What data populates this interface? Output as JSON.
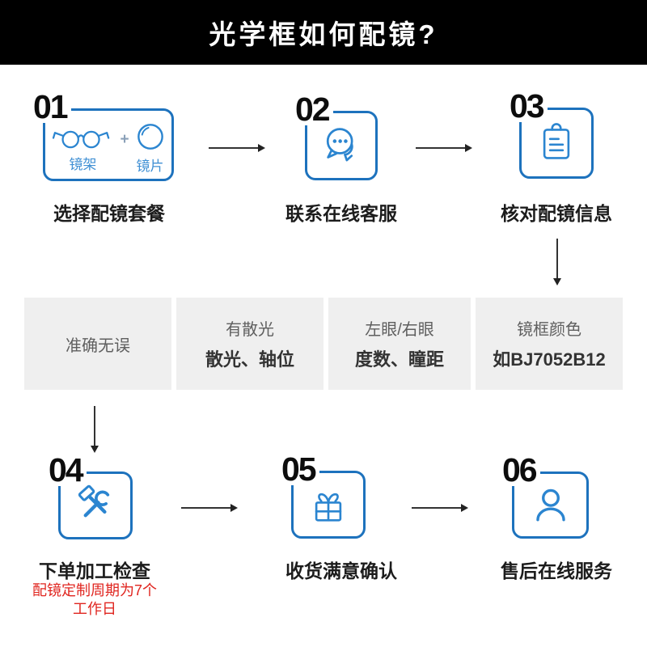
{
  "header": {
    "title": "光学框如何配镜?"
  },
  "steps": [
    {
      "num": "01",
      "caption": "选择配镜套餐",
      "frame_label": "镜架",
      "plus": "+",
      "lens_label": "镜片"
    },
    {
      "num": "02",
      "caption": "联系在线客服"
    },
    {
      "num": "03",
      "caption": "核对配镜信息"
    },
    {
      "num": "04",
      "caption": "下单加工检查",
      "note": "配镜定制周期为7个\n工作日"
    },
    {
      "num": "05",
      "caption": "收货满意确认"
    },
    {
      "num": "06",
      "caption": "售后在线服务"
    }
  ],
  "info_bar": {
    "columns": [
      {
        "line1": "准确无误",
        "line2": ""
      },
      {
        "line1": "有散光",
        "line2": "散光、轴位"
      },
      {
        "line1": "左眼/右眼",
        "line2": "度数、瞳距"
      },
      {
        "line1": "镜框颜色",
        "line2": "如BJ7052B12"
      }
    ]
  },
  "colors": {
    "accent_blue": "#1d72bd",
    "icon_blue": "#2b85d0",
    "bar_bg": "#efefef",
    "note_red": "#e0251f",
    "header_bg": "#000000"
  }
}
